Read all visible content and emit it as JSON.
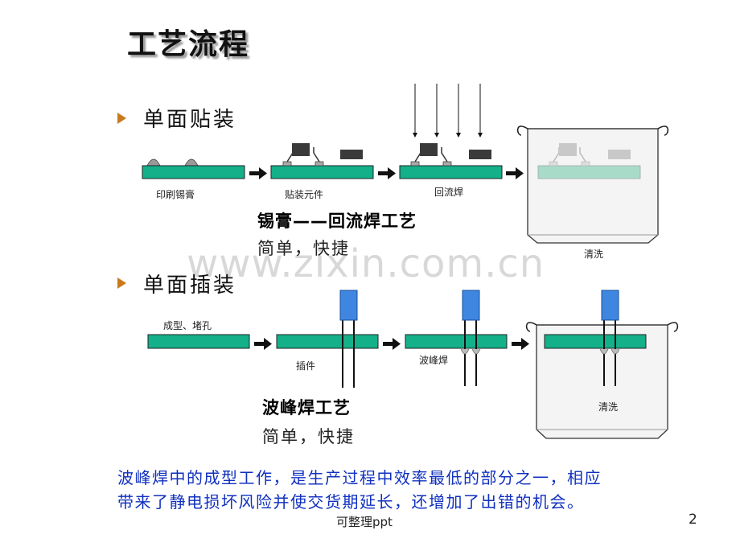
{
  "slide": {
    "title": "工艺流程",
    "watermark": "www.zixin.com.cn",
    "footer": "可整理ppt",
    "page_number": "2"
  },
  "smt": {
    "heading": "单面贴装",
    "step1_label": "印刷锡膏",
    "step2_label": "贴装元件",
    "step3_label": "回流焊",
    "clean_label": "清洗",
    "process_name": "锡膏——回流焊工艺",
    "process_desc": "简单，快捷"
  },
  "tht": {
    "heading": "单面插装",
    "step1_label": "成型、堵孔",
    "step2_label": "插件",
    "step3_label": "波峰焊",
    "clean_label": "清洗",
    "process_name": "波峰焊工艺",
    "process_desc": "简单，快捷"
  },
  "note": {
    "line1": "波峰焊中的成型工作，是生产过程中效率最低的部分之一，相应",
    "line2": "带来了静电损坏风险并使交货期延长，还增加了出错的机会。"
  },
  "colors": {
    "board": "#14b08a",
    "component": "#3f86e0",
    "bullet": "#c87a1c",
    "note_text": "#1030c0"
  }
}
